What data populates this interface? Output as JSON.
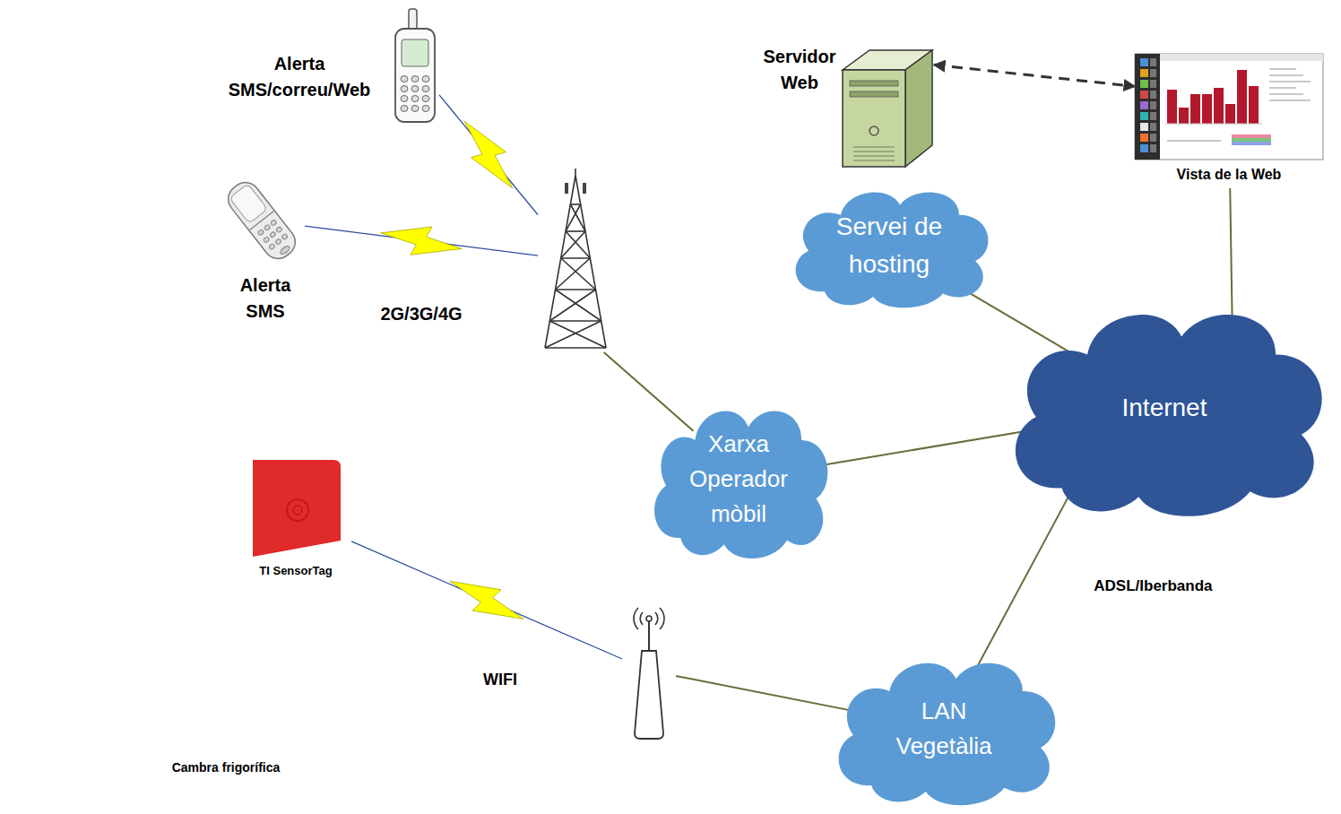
{
  "diagram": {
    "nodes": [
      {
        "text": [
          "Alerta SMS/correu/Web"
        ]
      },
      {
        "text": [
          "Servidor Web"
        ]
      },
      {
        "text": [
          "Vista de la Web"
        ]
      },
      {
        "text": [
          "Servei de hosting"
        ]
      },
      {
        "text": [
          "Alerta SMS"
        ]
      },
      {
        "text": [
          "2G/3G/4G"
        ]
      },
      {
        "text": [
          "Internet"
        ]
      },
      {
        "text": [
          "Xarxa Operador mòbil"
        ]
      },
      {
        "text": [
          "Cambra frigorífica"
        ]
      },
      {
        "text": [
          "TI SensorTag"
        ],
        "in": 8
      },
      {
        "text": [
          "WIFI"
        ]
      },
      {
        "text": [
          "LAN Vegetàlia"
        ]
      }
    ],
    "edges": [
      {
        "from": 0,
        "to": 5,
        "arrow": "none"
      },
      {
        "from": 1,
        "to": 2,
        "arrow": "both"
      },
      {
        "from": 4,
        "to": 5,
        "arrow": "none"
      },
      {
        "from": 3,
        "to": 6,
        "arrow": "none"
      },
      {
        "from": 2,
        "to": 6,
        "arrow": "none"
      },
      {
        "from": 5,
        "to": 7,
        "arrow": "none"
      },
      {
        "from": 7,
        "to": 6,
        "arrow": "none"
      },
      {
        "from": 9,
        "to": 10,
        "arrow": "none"
      },
      {
        "from": 11,
        "to": 6,
        "label": "ADSL/Iberbanda",
        "arrow": "none"
      },
      {
        "from": 10,
        "to": 11,
        "arrow": "none"
      }
    ]
  }
}
